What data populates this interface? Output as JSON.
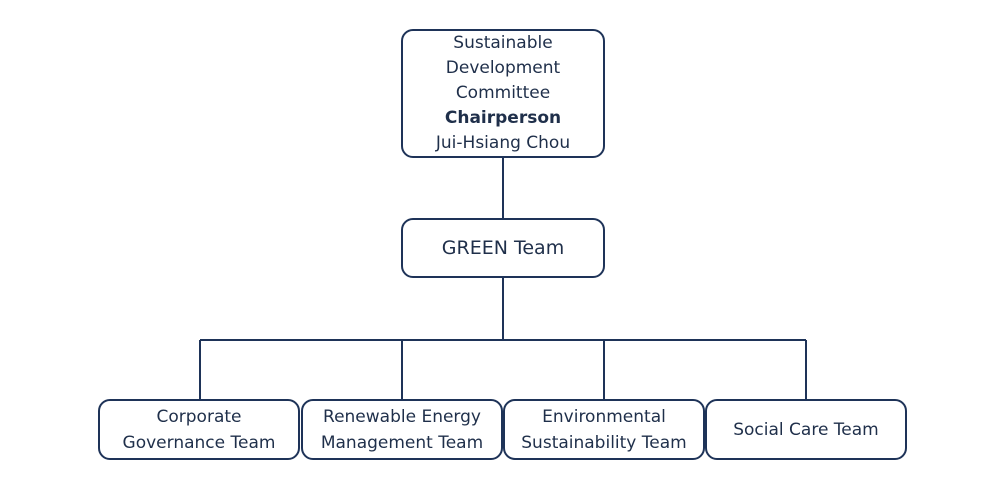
{
  "root": {
    "title_lines": [
      "Sustainable",
      "Development",
      "Committee"
    ],
    "role": "Chairperson",
    "name": "Jui-Hsiang Chou"
  },
  "middle": {
    "label": "GREEN Team"
  },
  "teams": [
    {
      "lines": [
        "Corporate",
        "Governance Team"
      ]
    },
    {
      "lines": [
        "Renewable Energy",
        "Management Team"
      ]
    },
    {
      "lines": [
        "Environmental",
        "Sustainability Team"
      ]
    },
    {
      "lines": [
        "Social Care Team"
      ]
    }
  ],
  "colors": {
    "border": "#1e3358",
    "line": "#1e3358",
    "text": "#1f2f4a",
    "background": "#ffffff"
  }
}
